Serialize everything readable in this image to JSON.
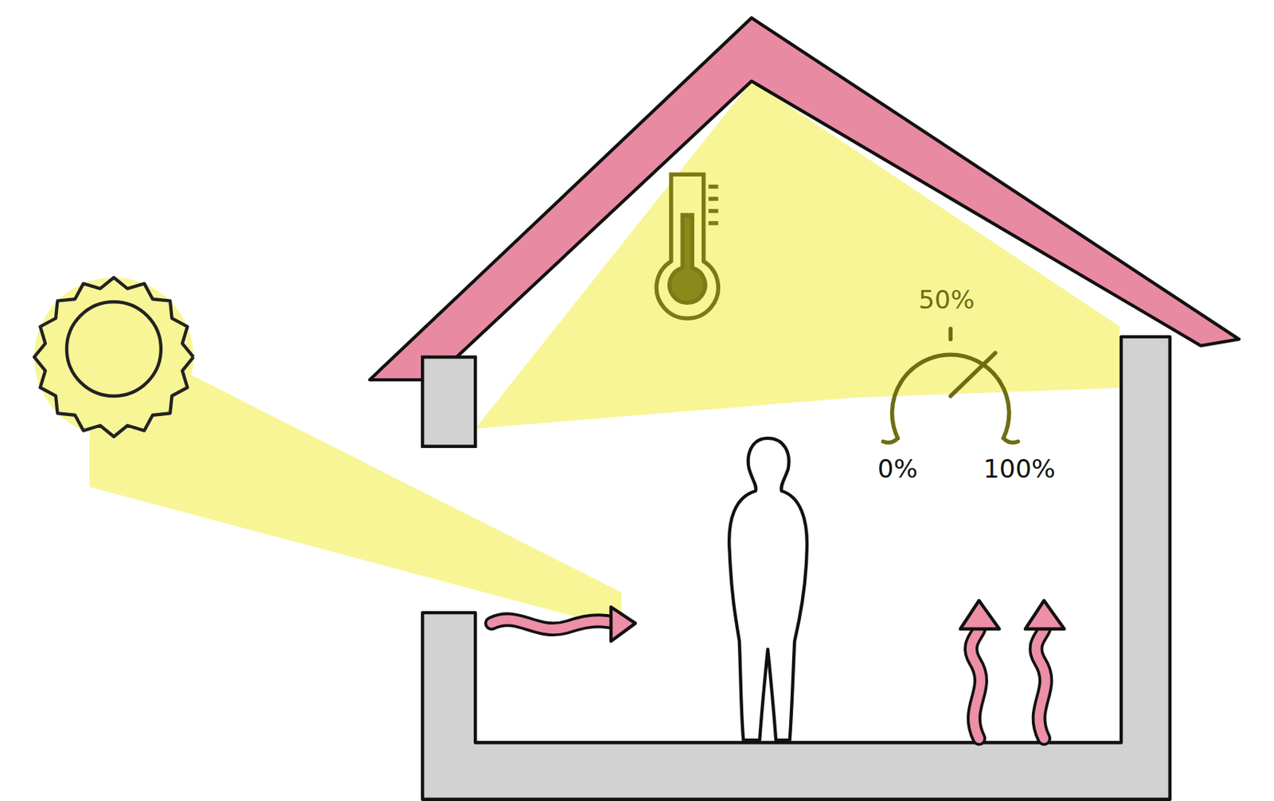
{
  "diagram": {
    "labels": [
      "50%",
      "0%",
      "100%"
    ]
  }
}
